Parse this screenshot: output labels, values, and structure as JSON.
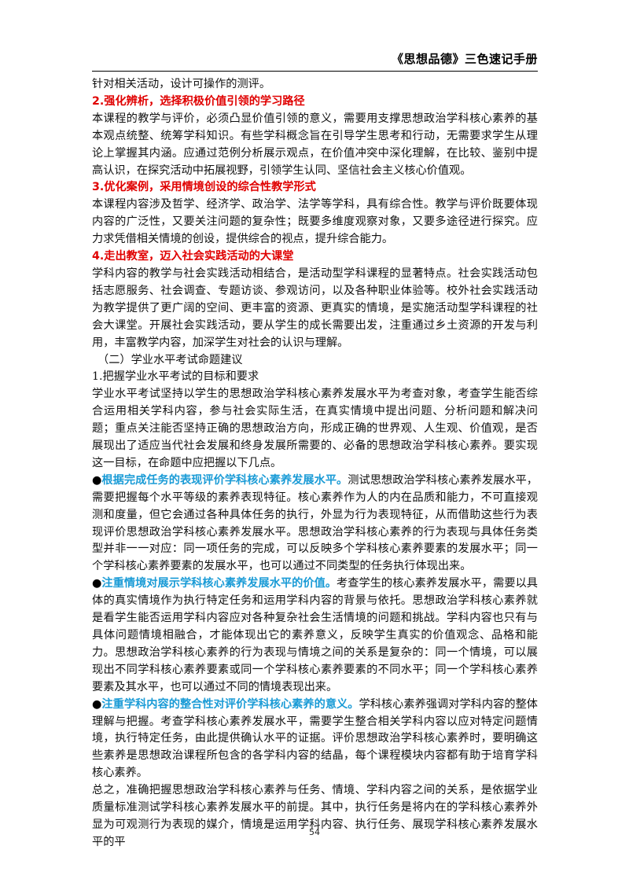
{
  "header": {
    "title": "《思想品德》三色速记手册"
  },
  "blocks": [
    {
      "type": "para",
      "text": "针对相关活动，设计可操作的测评。"
    },
    {
      "type": "heading",
      "text": "2.强化辨析，选择积极价值引领的学习路径"
    },
    {
      "type": "para",
      "text": "本课程的教学与评价，必须凸显价值引领的意义，需要用支撑思想政治学科核心素养的基本观点统整、统筹学科知识。有些学科概念旨在引导学生思考和行动，无需要求学生从理论上掌握其内涵。应通过范例分析展示观点，在价值冲突中深化理解，在比较、鉴别中提高认识，在探究活动中拓展视野，引领学生认同、坚信社会主义核心价值观。"
    },
    {
      "type": "heading",
      "text": "3.优化案例，采用情境创设的综合性教学形式"
    },
    {
      "type": "para",
      "text": "本课程内容涉及哲学、经济学、政治学、法学等学科，具有综合性。教学与评价既要体现内容的广泛性，又要关注问题的复杂性；既要多维度观察对象，又要多途径进行探究。应力求凭借相关情境的创设，提供综合的视点，提升综合能力。"
    },
    {
      "type": "heading",
      "text": "4.走出教室，迈入社会实践活动的大课堂"
    },
    {
      "type": "para",
      "text": "学科内容的教学与社会实践活动相结合，是活动型学科课程的显著特点。社会实践活动包括志愿服务、社会调查、专题访谈、参观访问，以及各种职业体验等。校外社会实践活动为教学提供了更广阔的空间、更丰富的资源、更真实的情境，是实施活动型学科课程的社会大课堂。开展社会实践活动，要从学生的成长需要出发，注重通过乡土资源的开发与利用，丰富教学内容，加深学生对社会的认识与理解。"
    },
    {
      "type": "subsection",
      "text": "（二）学业水平考试命题建议"
    },
    {
      "type": "para",
      "text": "1.把握学业水平考试的目标和要求"
    },
    {
      "type": "para",
      "text": "学业水平考试坚持以学生的思想政治学科核心素养发展水平为考查对象，考查学生能否综合运用相关学科内容，参与社会实际生活，在真实情境中提出问题、分析问题和解决问题；重点关注能否坚持正确的思想政治方向，形成正确的世界观、人生观、价值观，是否展现出了适应当代社会发展和终身发展所需要的、必备的思想政治学科核心素养。要实现这一目标，在命题中应把握以下几点。"
    },
    {
      "type": "bullet",
      "marker": "●",
      "highlight": "根据完成任务的表现评价学科核心素养发展水平。",
      "text": "测试思想政治学科核心素养发展水平，需要把握每个水平等级的素养表现特征。核心素养作为人的内在品质和能力，不可直接观测和度量，但它会通过各种具体任务的执行，外显为行为表现特征，从而借助这些行为表现评价思想政治学科核心素养发展水平。思想政治学科核心素养的行为表现与具体任务类型并非一一对应：同一项任务的完成，可以反映多个学科核心素养要素的发展水平；同一个学科核心素养要素的发展水平，也可以通过不同类型的任务执行体现出来。"
    },
    {
      "type": "bullet",
      "marker": "●",
      "highlight": "注重情境对展示学科核心素养发展水平的价值。",
      "text": "考查学生的核心素养发展水平，需要以具体的真实情境作为执行特定任务和运用学科内容的背景与依托。思想政治学科核心素养就是看学生能否运用学科内容应对各种复杂社会生活情境的问题和挑战。学科内容也只有与具体问题情境相融合，才能体现出它的素养意义，反映学生真实的价值观念、品格和能力。思想政治学科核心素养的行为表现与情境之间的关系是复杂的：同一个情境，可以展现出不同学科核心素养要素或同一个学科核心素养要素的不同水平；同一个学科核心素养要素及其水平，也可以通过不同的情境表现出来。"
    },
    {
      "type": "bullet",
      "marker": "●",
      "highlight": "注重学科内容的整合性对评价学科核心素养的意义。",
      "text": "学科核心素养强调对学科内容的整体理解与把握。考查学科核心素养发展水平，需要学生整合相关学科内容以应对特定问题情境，执行特定任务，由此提供确认水平的证据。评价思想政治学科核心素养时，要明确这些素养是思想政治课程所包含的各学科内容的结晶，每个课程模块内容都有助于培育学科核心素养。"
    },
    {
      "type": "para",
      "text": "总之，准确把握思想政治学科核心素养与任务、情境、学科内容之间的关系，是依据学业质量标准测试学科核心素养发展水平的前提。其中，执行任务是将内在的学科核心素养外显为可观测行为表现的媒介，情境是运用学科内容、执行任务、展现学科核心素养发展水平的平"
    }
  ],
  "footer": {
    "page_number": "54"
  },
  "colors": {
    "heading_red": "#e00000",
    "highlight_blue": "#1a9bd6",
    "text": "#111111"
  }
}
